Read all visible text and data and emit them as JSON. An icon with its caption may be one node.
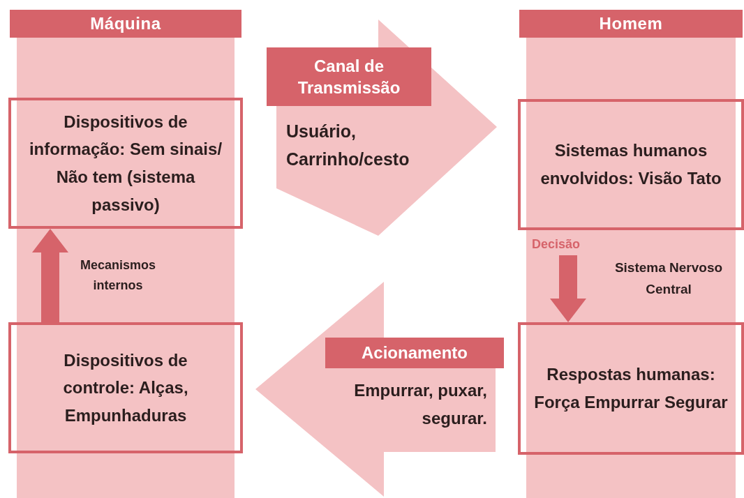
{
  "diagram": {
    "nodes": [
      {
        "text": [
          "Máquina"
        ]
      },
      {
        "text": [
          "Dispositivos de informação: Sem sinais/ Não tem (sistema passivo)"
        ],
        "in": 0
      },
      {
        "text": [
          "Dispositivos de controle: Alças, Empunhaduras"
        ],
        "in": 0
      },
      {
        "text": [
          "Homem"
        ]
      },
      {
        "text": [
          "Sistemas humanos envolvidos: Visão Tato"
        ],
        "in": 3
      },
      {
        "text": [
          "Respostas humanas: Força Empurrar Segurar"
        ],
        "in": 3
      },
      {
        "text": [
          "Canal de Transmissão",
          "Usuário, Carrinho/cesto"
        ]
      },
      {
        "text": [
          "Acionamento",
          "Empurrar, puxar, segurar."
        ]
      }
    ],
    "edges": [
      {
        "from": 2,
        "to": 1,
        "arrow": "to",
        "label": "Mecanismos internos",
        "style": "thick"
      },
      {
        "from": 4,
        "to": 5,
        "arrow": "to",
        "label": "Decisão",
        "style": "thick"
      },
      {
        "from": 1,
        "to": 4,
        "arrow": "to",
        "style": "thick"
      },
      {
        "from": 5,
        "to": 2,
        "arrow": "to",
        "style": "thick"
      }
    ],
    "labels": [
      "Sistema Nervoso Central"
    ]
  }
}
